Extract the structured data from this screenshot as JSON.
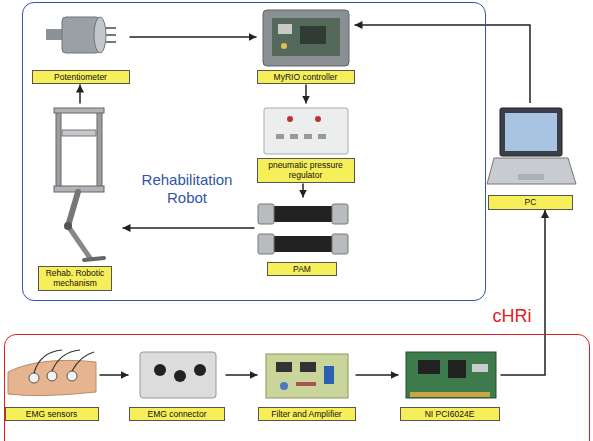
{
  "diagram": {
    "nodes": [
      {
        "text": [
          "Rehabilitation Robot"
        ]
      },
      {
        "text": [
          "Potentiometer"
        ],
        "in": 0
      },
      {
        "text": [
          "MyRIO controller"
        ],
        "in": 0
      },
      {
        "text": [
          "pneumatic pressure regulator"
        ],
        "in": 0
      },
      {
        "text": [
          "PAM"
        ],
        "in": 0
      },
      {
        "text": [
          "Rehab. Robotic mechanism"
        ],
        "in": 0
      },
      {
        "text": [
          "PC"
        ]
      },
      {
        "text": [
          "cHRi"
        ]
      },
      {
        "text": [
          "EMG sensors"
        ],
        "in": 7
      },
      {
        "text": [
          "EMG connector"
        ],
        "in": 7
      },
      {
        "text": [
          "Filter and Amplifier"
        ],
        "in": 7
      },
      {
        "text": [
          "NI PCI6024E"
        ],
        "in": 7
      }
    ],
    "edges": [
      {
        "from": 1,
        "to": 2,
        "arrow": "to"
      },
      {
        "from": 5,
        "to": 1,
        "arrow": "to"
      },
      {
        "from": 2,
        "to": 3,
        "arrow": "to"
      },
      {
        "from": 3,
        "to": 4,
        "arrow": "to"
      },
      {
        "from": 4,
        "to": 5,
        "arrow": "to"
      },
      {
        "from": 6,
        "to": 2,
        "arrow": "to"
      },
      {
        "from": 8,
        "to": 9,
        "arrow": "to"
      },
      {
        "from": 9,
        "to": 10,
        "arrow": "to"
      },
      {
        "from": 10,
        "to": 11,
        "arrow": "to"
      },
      {
        "from": 11,
        "to": 6,
        "arrow": "to"
      }
    ]
  }
}
